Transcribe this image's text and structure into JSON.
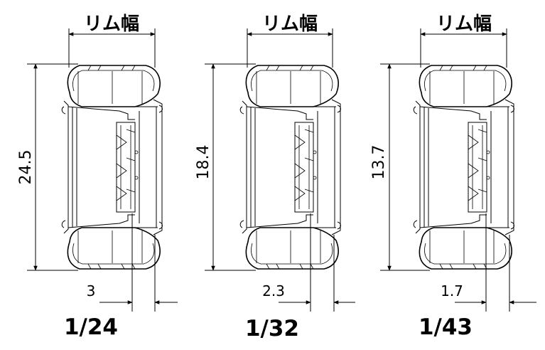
{
  "rim_width_label": "リム幅",
  "wheels": [
    {
      "scale": "1/24",
      "diameter": "24.5",
      "offset": "3"
    },
    {
      "scale": "1/32",
      "diameter": "18.4",
      "offset": "2.3"
    },
    {
      "scale": "1/43",
      "diameter": "13.7",
      "offset": "1.7"
    }
  ]
}
